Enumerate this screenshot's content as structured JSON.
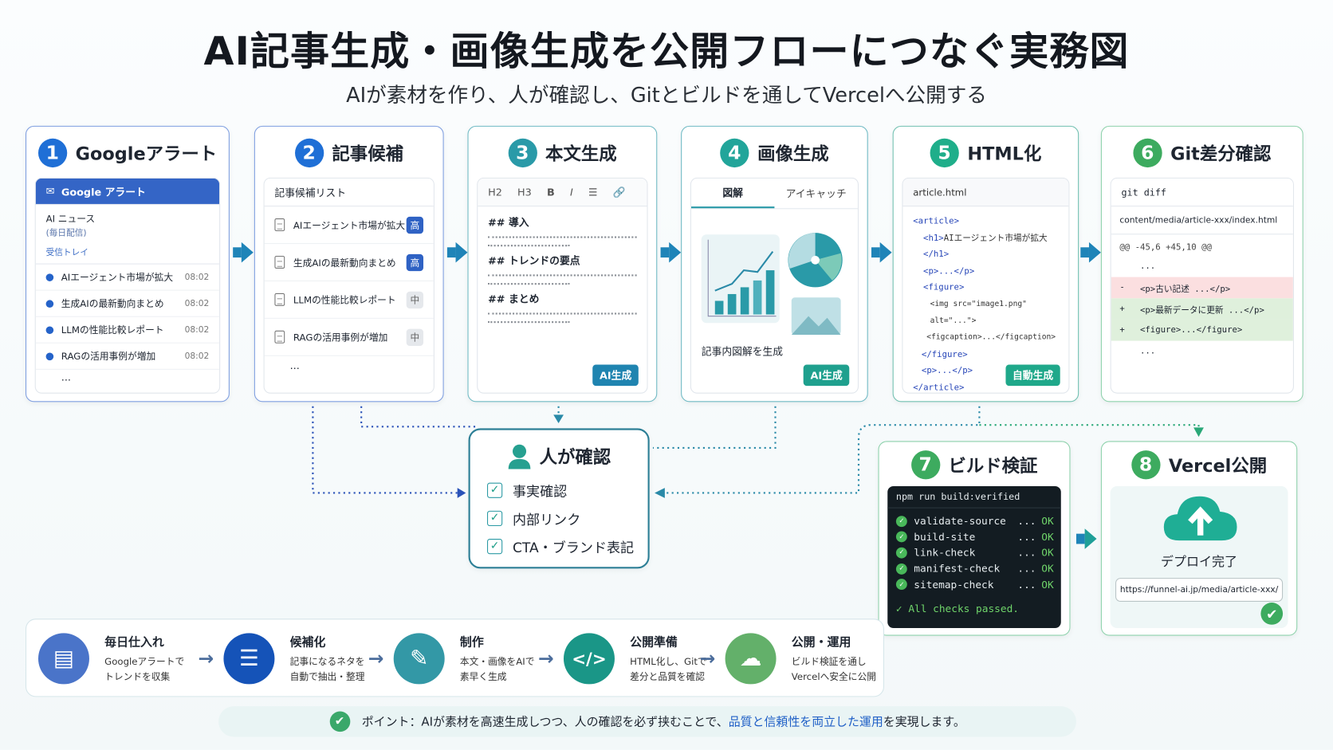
{
  "title": "AI記事生成・画像生成を公開フローにつなぐ実務図",
  "subtitle": "AIが素材を作り、人が確認し、Gitとビルドを通してVercelへ公開する",
  "colors": {
    "blue": "#1f6fd6",
    "teal": "#2a9aa8",
    "green": "#3dab5f",
    "arrow": "#1f84b8"
  },
  "step1": {
    "num": "1",
    "title": "Googleアラート",
    "header": "Google アラート",
    "alert_name": "AI ニュース",
    "alert_freq": "(毎日配信)",
    "inbox": "受信トレイ",
    "items": [
      {
        "t": "AIエージェント市場が拡大",
        "time": "08:02"
      },
      {
        "t": "生成AIの最新動向まとめ",
        "time": "08:02"
      },
      {
        "t": "LLMの性能比較レポート",
        "time": "08:02"
      },
      {
        "t": "RAGの活用事例が増加",
        "time": "08:02"
      }
    ],
    "more": "..."
  },
  "step2": {
    "num": "2",
    "title": "記事候補",
    "header": "記事候補リスト",
    "items": [
      {
        "t": "AIエージェント市場が拡大",
        "p": "高"
      },
      {
        "t": "生成AIの最新動向まとめ",
        "p": "高"
      },
      {
        "t": "LLMの性能比較レポート",
        "p": "中"
      },
      {
        "t": "RAGの活用事例が増加",
        "p": "中"
      }
    ],
    "more": "..."
  },
  "step3": {
    "num": "3",
    "title": "本文生成",
    "toolbar": [
      "H2",
      "H3",
      "B",
      "I",
      "☰",
      "🔗"
    ],
    "sections": [
      "## 導入",
      "## トレンドの要点",
      "## まとめ"
    ],
    "badge": "AI生成"
  },
  "step4": {
    "num": "4",
    "title": "画像生成",
    "tabs": [
      "図解",
      "アイキャッチ"
    ],
    "caption": "記事内図解を生成",
    "badge": "AI生成"
  },
  "step5": {
    "num": "5",
    "title": "HTML化",
    "file": "article.html",
    "code": [
      "<article>",
      "<h1>",
      "AIエージェント市場が拡大",
      "</h1>",
      "<p>...</p>",
      "<figure>",
      "<img src=\"image1.png\" alt=\"...\">",
      "<figcaption>...</figcaption>",
      "</figure>",
      "<p>...</p>",
      "</article>"
    ],
    "badge": "自動生成"
  },
  "step6": {
    "num": "6",
    "title": "Git差分確認",
    "header": "git diff",
    "path": "content/media/article-xxx/index.html",
    "hunk": "@@ -45,6 +45,10 @@",
    "lines": [
      {
        "s": "",
        "t": "..."
      },
      {
        "s": "-",
        "t": "<p>古い記述 ...</p>"
      },
      {
        "s": "+",
        "t": "<p>最新データに更新 ...</p>"
      },
      {
        "s": "+",
        "t": "<figure>...</figure>"
      },
      {
        "s": "",
        "t": "..."
      }
    ]
  },
  "review": {
    "title": "人が確認",
    "items": [
      "事実確認",
      "内部リンク",
      "CTA・ブランド表記"
    ]
  },
  "step7": {
    "num": "7",
    "title": "ビルド検証",
    "cmd": "npm run build:verified",
    "checks": [
      "validate-source",
      "build-site",
      "link-check",
      "manifest-check",
      "sitemap-check"
    ],
    "dots": "...",
    "ok": "OK",
    "passed": "✓ All checks passed."
  },
  "step8": {
    "num": "8",
    "title": "Vercel公開",
    "status": "デプロイ完了",
    "url": "https://funnel-ai.jp/media/article-xxx/"
  },
  "summary": [
    {
      "title": "毎日仕入れ",
      "desc": [
        "Googleアラートで",
        "トレンドを収集"
      ],
      "color": "#4a74c9"
    },
    {
      "title": "候補化",
      "desc": [
        "記事になるネタを",
        "自動で抽出・整理"
      ],
      "color": "#1553b8"
    },
    {
      "title": "制作",
      "desc": [
        "本文・画像をAIで",
        "素早く生成"
      ],
      "color": "#3398a6"
    },
    {
      "title": "公開準備",
      "desc": [
        "HTML化し、Gitで",
        "差分と品質を確認"
      ],
      "color": "#1a9687"
    },
    {
      "title": "公開・運用",
      "desc": [
        "ビルド検証を通し",
        "Vercelへ安全に公開"
      ],
      "color": "#63b06a"
    }
  ],
  "point": {
    "label": "ポイント：",
    "text1": "AIが素材を高速生成しつつ、人の確認を必ず挟むことで、",
    "highlight": "品質と信頼性を両立した運用",
    "text2": "を実現します。"
  }
}
